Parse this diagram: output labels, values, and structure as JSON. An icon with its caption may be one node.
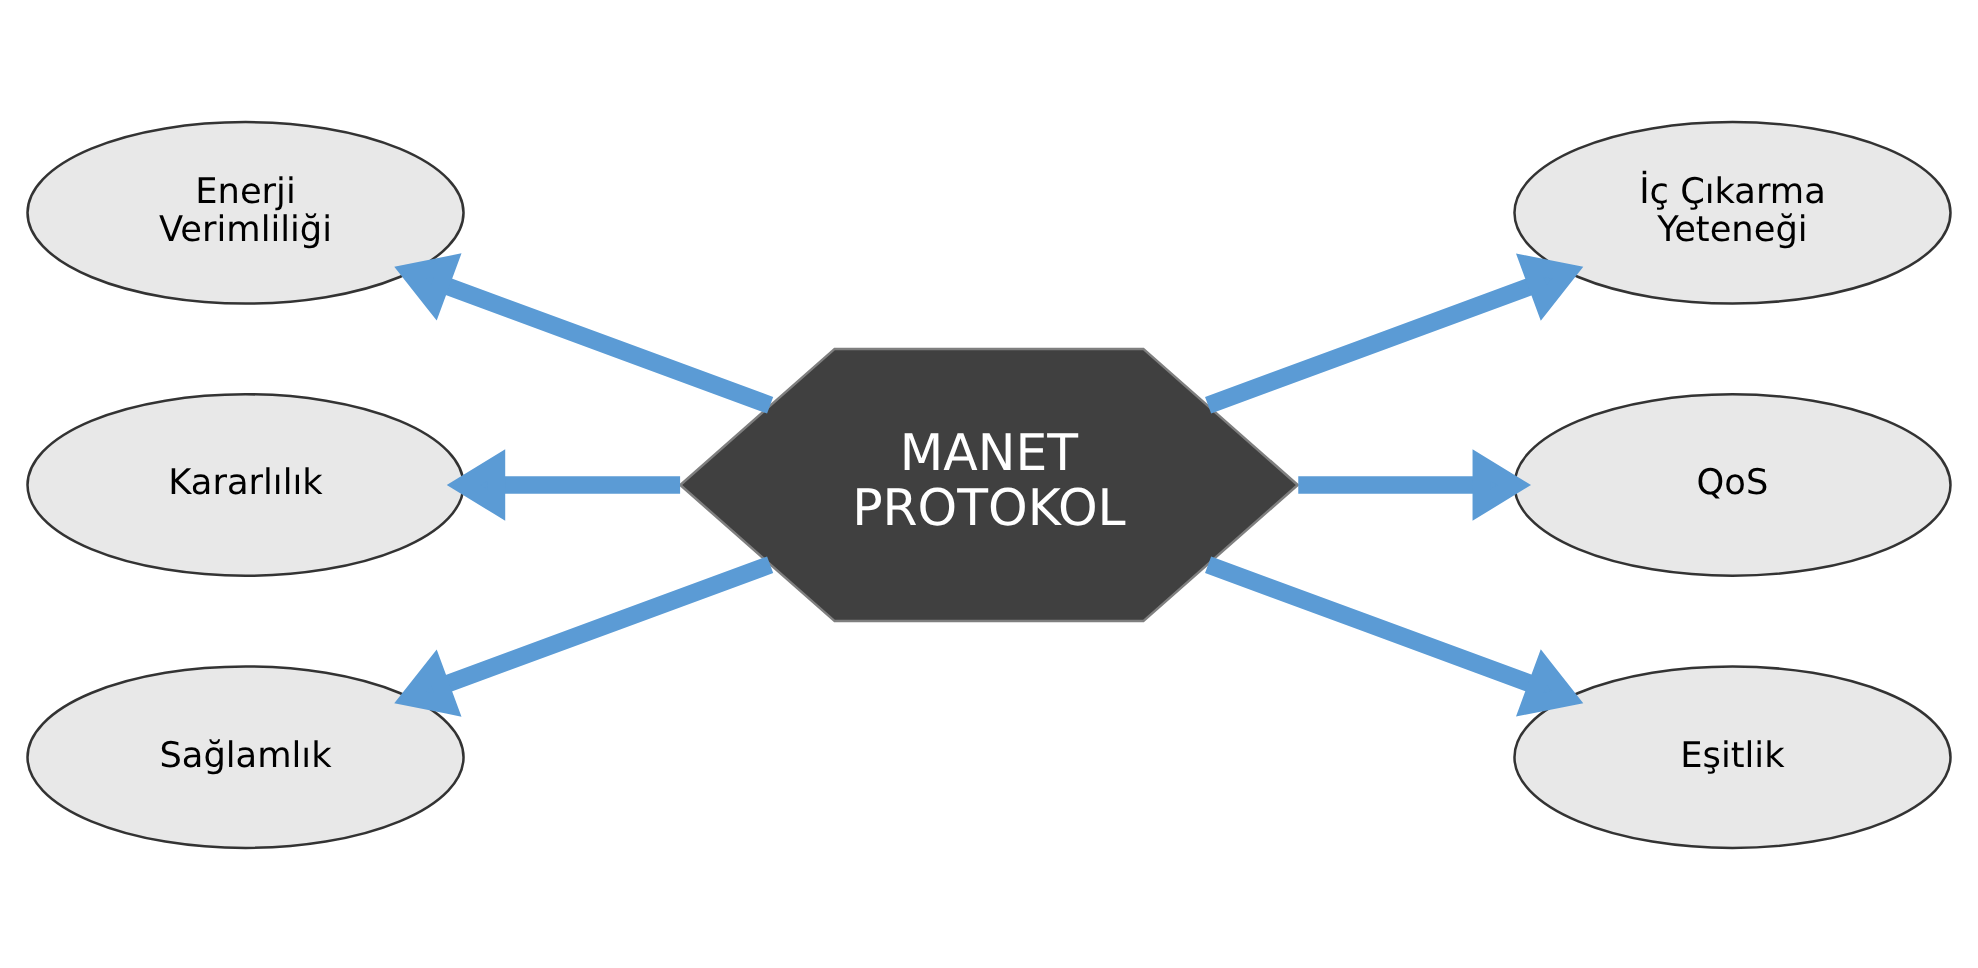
{
  "diagram": {
    "nodes": [
      {
        "text": [
          "MANET PROTOKOL"
        ]
      },
      {
        "text": [
          "Enerji Verimliliği"
        ]
      },
      {
        "text": [
          "Kararlılık"
        ]
      },
      {
        "text": [
          "Sağlamlık"
        ]
      },
      {
        "text": [
          "İç Çıkarma Yeteneği"
        ]
      },
      {
        "text": [
          "QoS"
        ]
      },
      {
        "text": [
          "Eşitlik"
        ]
      }
    ],
    "edges": [
      {
        "from": 0,
        "to": 1,
        "arrow": "to"
      },
      {
        "from": 0,
        "to": 2,
        "arrow": "to"
      },
      {
        "from": 0,
        "to": 3,
        "arrow": "to"
      },
      {
        "from": 0,
        "to": 4,
        "arrow": "to"
      },
      {
        "from": 0,
        "to": 5,
        "arrow": "to"
      },
      {
        "from": 0,
        "to": 6,
        "arrow": "to"
      }
    ]
  }
}
